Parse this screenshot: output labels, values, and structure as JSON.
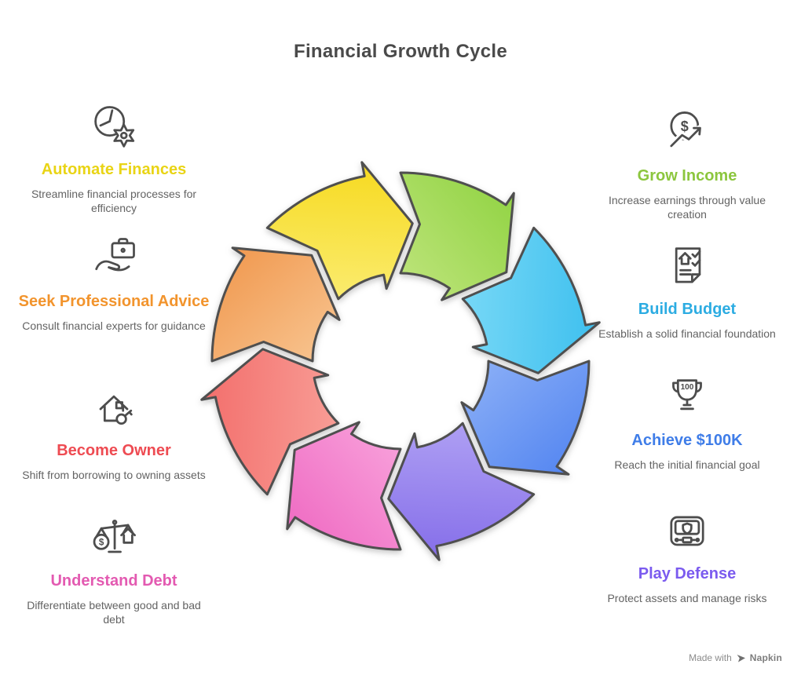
{
  "title": "Financial Growth Cycle",
  "colors": {
    "title": "#4a4a4a",
    "description": "#636363",
    "icon_stroke": "#4d4d4d",
    "arrow_outline": "#4f4f4f",
    "background": "#ffffff"
  },
  "steps": {
    "left": [
      {
        "id": "automate-finances",
        "icon": "clock-gear-icon",
        "title": "Automate Finances",
        "title_color": "#e9d415",
        "description": "Streamline financial processes for efficiency"
      },
      {
        "id": "seek-professional-advice",
        "icon": "hand-briefcase-icon",
        "title": "Seek Professional Advice",
        "title_color": "#f2942d",
        "description": "Consult financial experts for guidance"
      },
      {
        "id": "become-owner",
        "icon": "house-key-icon",
        "title": "Become Owner",
        "title_color": "#ee4b52",
        "description": "Shift from borrowing to owning assets"
      },
      {
        "id": "understand-debt",
        "icon": "balance-scale-icon",
        "title": "Understand Debt",
        "title_color": "#e35ab1",
        "description": "Differentiate between good and bad debt"
      }
    ],
    "right": [
      {
        "id": "grow-income",
        "icon": "dollar-growth-icon",
        "title": "Grow Income",
        "title_color": "#8cc63e",
        "description": "Increase earnings through value creation"
      },
      {
        "id": "build-budget",
        "icon": "budget-document-icon",
        "title": "Build Budget",
        "title_color": "#2cace2",
        "description": "Establish a solid financial foundation"
      },
      {
        "id": "achieve-100k",
        "icon": "trophy-icon",
        "title": "Achieve $100K",
        "title_color": "#3f7de8",
        "description": "Reach the initial financial goal"
      },
      {
        "id": "play-defense",
        "icon": "shield-device-icon",
        "title": "Play Defense",
        "title_color": "#7b5bef",
        "description": "Protect assets and manage risks"
      }
    ]
  },
  "cycle": {
    "arrows": [
      {
        "name": "automate-finances",
        "light": "#fbee79",
        "dark": "#f6d818"
      },
      {
        "name": "grow-income",
        "light": "#c0e57e",
        "dark": "#8ed23f"
      },
      {
        "name": "build-budget",
        "light": "#7edbf7",
        "dark": "#38bdee"
      },
      {
        "name": "achieve-100k",
        "light": "#8fb2f7",
        "dark": "#4f82f0"
      },
      {
        "name": "play-defense",
        "light": "#b4a6f5",
        "dark": "#8169e8"
      },
      {
        "name": "understand-debt",
        "light": "#f9a5dd",
        "dark": "#ee66c0"
      },
      {
        "name": "become-owner",
        "light": "#f9a39b",
        "dark": "#f26a68"
      },
      {
        "name": "seek-professional-advice",
        "light": "#f8c794",
        "dark": "#f0954a"
      }
    ]
  },
  "icons": {
    "dollar_sign": "$",
    "trophy_label": "100"
  },
  "watermark": {
    "prefix": "Made with",
    "brand": "Napkin"
  }
}
